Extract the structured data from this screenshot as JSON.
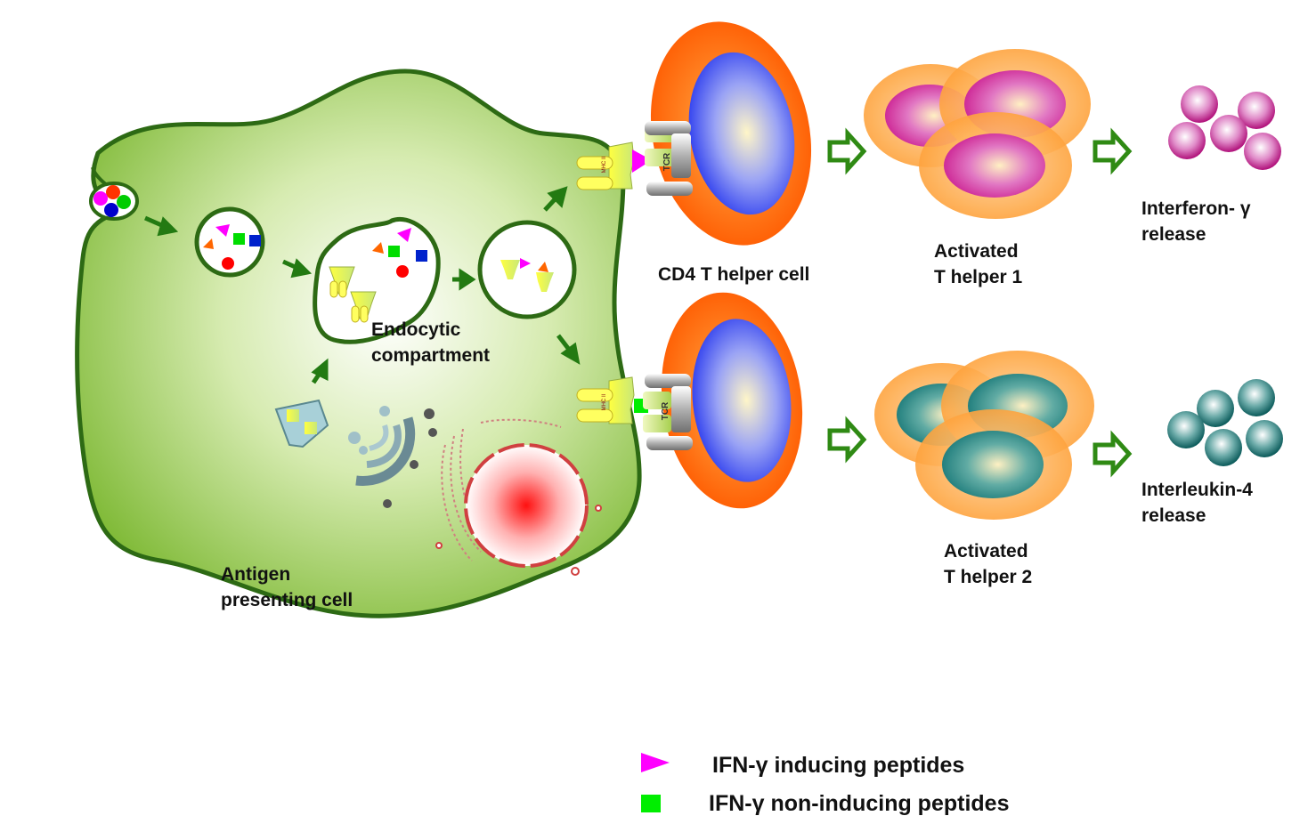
{
  "labels": {
    "cd4": "CD4 T helper cell",
    "th1": [
      "Activated",
      "T helper 1"
    ],
    "th2": [
      "Activated",
      "T helper 2"
    ],
    "ifn": [
      "Interferon- γ",
      "release"
    ],
    "il4": [
      "Interleukin-4",
      "release"
    ],
    "endocytic": [
      "Endocytic",
      "compartment"
    ],
    "apc": [
      "Antigen",
      "presenting cell"
    ],
    "mhc": "MHC II",
    "tcr": "TCR"
  },
  "legend": [
    {
      "text": "IFN-γ inducing peptides",
      "symbol": "magenta-triangle"
    },
    {
      "text": "IFN-γ non-inducing peptides",
      "symbol": "green-square"
    }
  ],
  "colors": {
    "apc_fill": "#8cc43c",
    "apc_border": "#2d6a14",
    "arrow": "#237a12",
    "tcell_outer": "#ff6a00",
    "tcell_nucleus": "#3a4cf0",
    "th1_nucleus": "#d4148c",
    "th2_nucleus": "#138080",
    "inducing_peptide": "#ff00ff",
    "noninducing_peptide": "#00ee00"
  }
}
